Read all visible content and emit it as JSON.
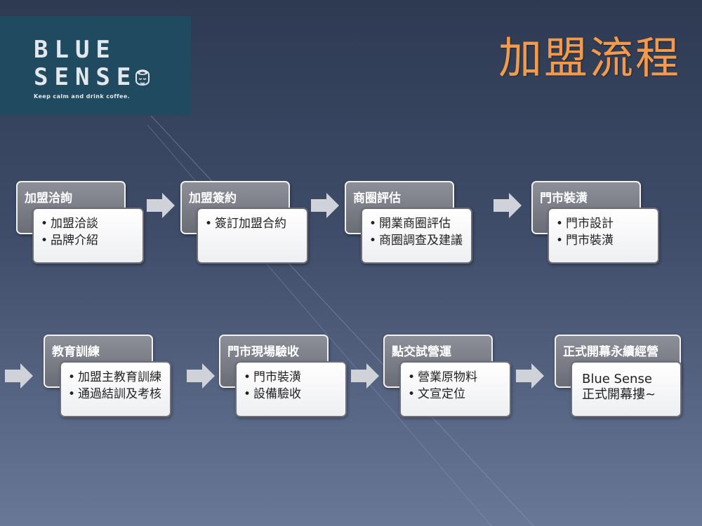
{
  "logo": {
    "line1": "BLUE",
    "line2": "SENSE",
    "tagline": "Keep calm and drink coffee.",
    "icon": "coffee-head-icon"
  },
  "title": "加盟流程",
  "colors": {
    "title": "#f49a4a",
    "logo_bg": "#1f4a60",
    "header_box": "#7b7e87",
    "detail_box": "#ffffff",
    "arrow": "#cfd2d8"
  },
  "steps": [
    {
      "title": "加盟洽詢",
      "items": [
        "加盟洽談",
        "品牌介紹"
      ]
    },
    {
      "title": "加盟簽約",
      "items": [
        "簽訂加盟合約"
      ]
    },
    {
      "title": "商圈評估",
      "items": [
        "開業商圈評估",
        "商圈調查及建議"
      ]
    },
    {
      "title": "門市裝潢",
      "items": [
        "門市設計",
        "門市裝潢"
      ]
    },
    {
      "title": "教育訓練",
      "items": [
        "加盟主教育訓練",
        "通過結訓及考核"
      ]
    },
    {
      "title": "門市現場驗收",
      "items": [
        "門市裝潢",
        "設備驗收"
      ]
    },
    {
      "title": "點交試營運",
      "items": [
        "營業原物料",
        "文宣定位"
      ]
    },
    {
      "title": "正式開幕永續經營",
      "text_lines": [
        "Blue Sense",
        "正式開幕摟~"
      ]
    }
  ]
}
